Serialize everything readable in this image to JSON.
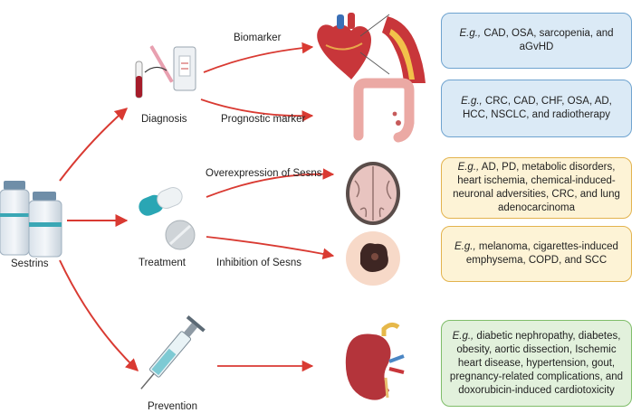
{
  "labels": {
    "sestrins": "Sestrins",
    "diagnosis": "Diagnosis",
    "treatment": "Treatment",
    "prevention": "Prevention",
    "biomarker": "Biomarker",
    "prognostic_marker": "Prognostic marker",
    "overexpression": "Overexpression of Sesns",
    "inhibition": "Inhibition of Sesns"
  },
  "boxes": [
    {
      "prefix": "E.g.,",
      "text": " CAD, OSA, sarcopenia, and aGvHD"
    },
    {
      "prefix": "E.g.,",
      "text": " CRC, CAD, CHF, OSA, AD, HCC, NSCLC, and radiotherapy"
    },
    {
      "prefix": "E.g.,",
      "text": " AD, PD, metabolic disorders, heart ischemia, chemical-induced-neuronal adversities, CRC, and lung adenocarcinoma"
    },
    {
      "prefix": "E.g.,",
      "text": " melanoma, cigarettes-induced emphysema, COPD, and SCC"
    },
    {
      "prefix": "E.g.,",
      "text": " diabetic nephropathy, diabetes, obesity, aortic dissection, Ischemic heart disease, hypertension, gout, pregnancy-related complications, and doxorubicin-induced cardiotoxicity"
    }
  ],
  "colors": {
    "arrow": "#d93a32",
    "blue_box": "#dbeaf6",
    "yellow_box": "#fdf3d6",
    "green_box": "#e2f1dc"
  }
}
